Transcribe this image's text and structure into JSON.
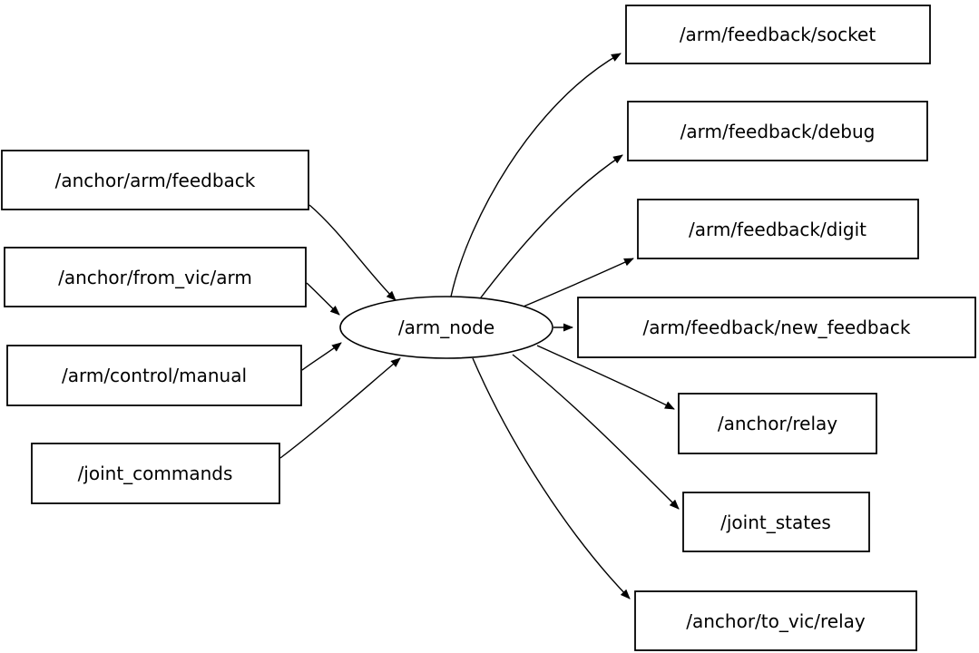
{
  "graph": {
    "node": {
      "label": "/arm_node"
    },
    "inputs": [
      {
        "label": "/anchor/arm/feedback"
      },
      {
        "label": "/anchor/from_vic/arm"
      },
      {
        "label": "/arm/control/manual"
      },
      {
        "label": "/joint_commands"
      }
    ],
    "outputs": [
      {
        "label": "/arm/feedback/socket"
      },
      {
        "label": "/arm/feedback/debug"
      },
      {
        "label": "/arm/feedback/digit"
      },
      {
        "label": "/arm/feedback/new_feedback"
      },
      {
        "label": "/anchor/relay"
      },
      {
        "label": "/joint_states"
      },
      {
        "label": "/anchor/to_vic/relay"
      }
    ],
    "edges": [
      {
        "from": "/anchor/arm/feedback",
        "to": "/arm_node"
      },
      {
        "from": "/anchor/from_vic/arm",
        "to": "/arm_node"
      },
      {
        "from": "/arm/control/manual",
        "to": "/arm_node"
      },
      {
        "from": "/joint_commands",
        "to": "/arm_node"
      },
      {
        "from": "/arm_node",
        "to": "/arm/feedback/socket"
      },
      {
        "from": "/arm_node",
        "to": "/arm/feedback/debug"
      },
      {
        "from": "/arm_node",
        "to": "/arm/feedback/digit"
      },
      {
        "from": "/arm_node",
        "to": "/arm/feedback/new_feedback"
      },
      {
        "from": "/arm_node",
        "to": "/anchor/relay"
      },
      {
        "from": "/arm_node",
        "to": "/joint_states"
      },
      {
        "from": "/arm_node",
        "to": "/anchor/to_vic/relay"
      }
    ],
    "colors": {
      "background": "#ffffff",
      "stroke": "#000000",
      "node_fill": "#ffffff"
    }
  }
}
